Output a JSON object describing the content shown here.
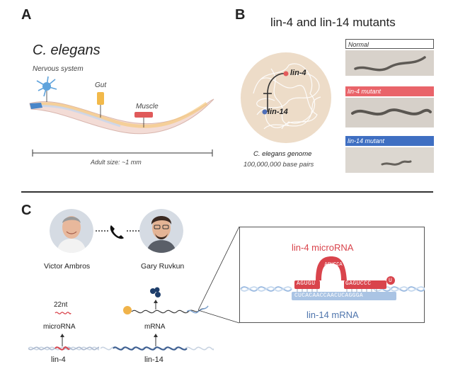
{
  "panel_a": {
    "letter": "A",
    "title": "C. elegans",
    "labels": {
      "nervous_system": "Nervous system",
      "gut": "Gut",
      "muscle": "Muscle"
    },
    "scale_label": "Adult size: ~1 mm"
  },
  "panel_b": {
    "letter": "B",
    "title": "lin-4 and lin-14 mutants",
    "genome_title": "C. elegans genome",
    "genome_size": "100,000,000 base pairs",
    "gene_a": "lin-4",
    "gene_b": "lin-14",
    "photos": [
      {
        "label": "Normal",
        "color": "#ffffff"
      },
      {
        "label": "lin-4 mutant",
        "color": "#e9646a"
      },
      {
        "label": "lin-14 mutant",
        "color": "#3f6fc2"
      }
    ]
  },
  "panel_c": {
    "letter": "C",
    "person_1": "Victor Ambros",
    "person_2": "Gary Ruvkun",
    "left": {
      "size": "22nt",
      "product": "microRNA",
      "gene": "lin-4"
    },
    "middle": {
      "product": "mRNA",
      "gene": "lin-14"
    },
    "inset": {
      "microrna_label": "lin-4 microRNA",
      "mrna_label": "lin-14 mRNA",
      "microrna_left": "AGUGU",
      "microrna_right": "GAGUCCC",
      "microrna_tail": "U",
      "loop": "ACUCCA",
      "mrna_seq": "CUCACAACCAACUCAGGGA"
    }
  },
  "colors": {
    "red": "#d9444c",
    "blue": "#3f6fc2",
    "light_blue": "#b9cfe8",
    "text_blue": "#4f75ad"
  }
}
